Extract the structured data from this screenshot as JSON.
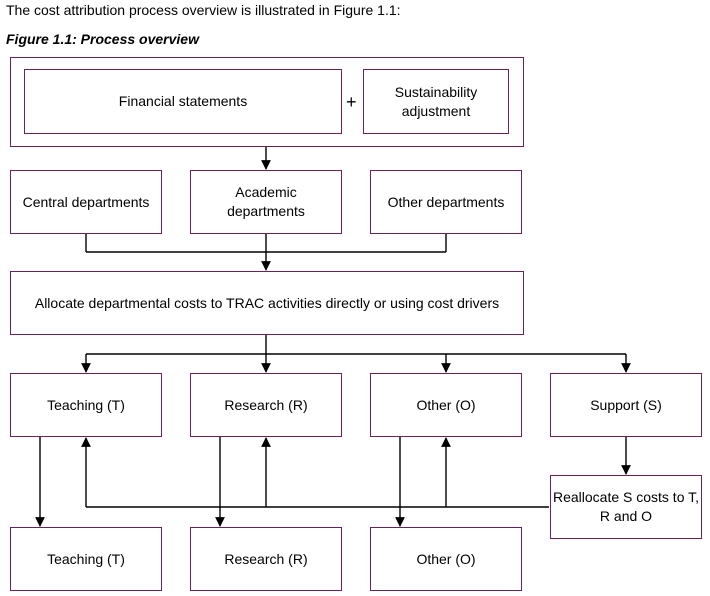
{
  "intro_text": "The cost attribution process overview is illustrated in Figure 1.1:",
  "figure_caption": "Figure 1.1: Process overview",
  "top_group": {
    "financial_statements": "Financial statements",
    "plus_sign": "+",
    "sustainability_adjustment": "Sustainability adjustment"
  },
  "departments": {
    "central": "Central departments",
    "academic": "Academic departments",
    "other": "Other departments"
  },
  "allocate_step": "Allocate departmental costs to TRAC activities directly or using cost drivers",
  "activities": {
    "teaching": "Teaching (T)",
    "research": "Research (R)",
    "other": "Other (O)",
    "support": "Support (S)"
  },
  "reallocate_step": "Reallocate S costs to T, R and O",
  "final_activities": {
    "teaching": "Teaching (T)",
    "research": "Research (R)",
    "other": "Other (O)"
  },
  "colors": {
    "box_border": "#6b1f5b",
    "connector": "#000000"
  }
}
